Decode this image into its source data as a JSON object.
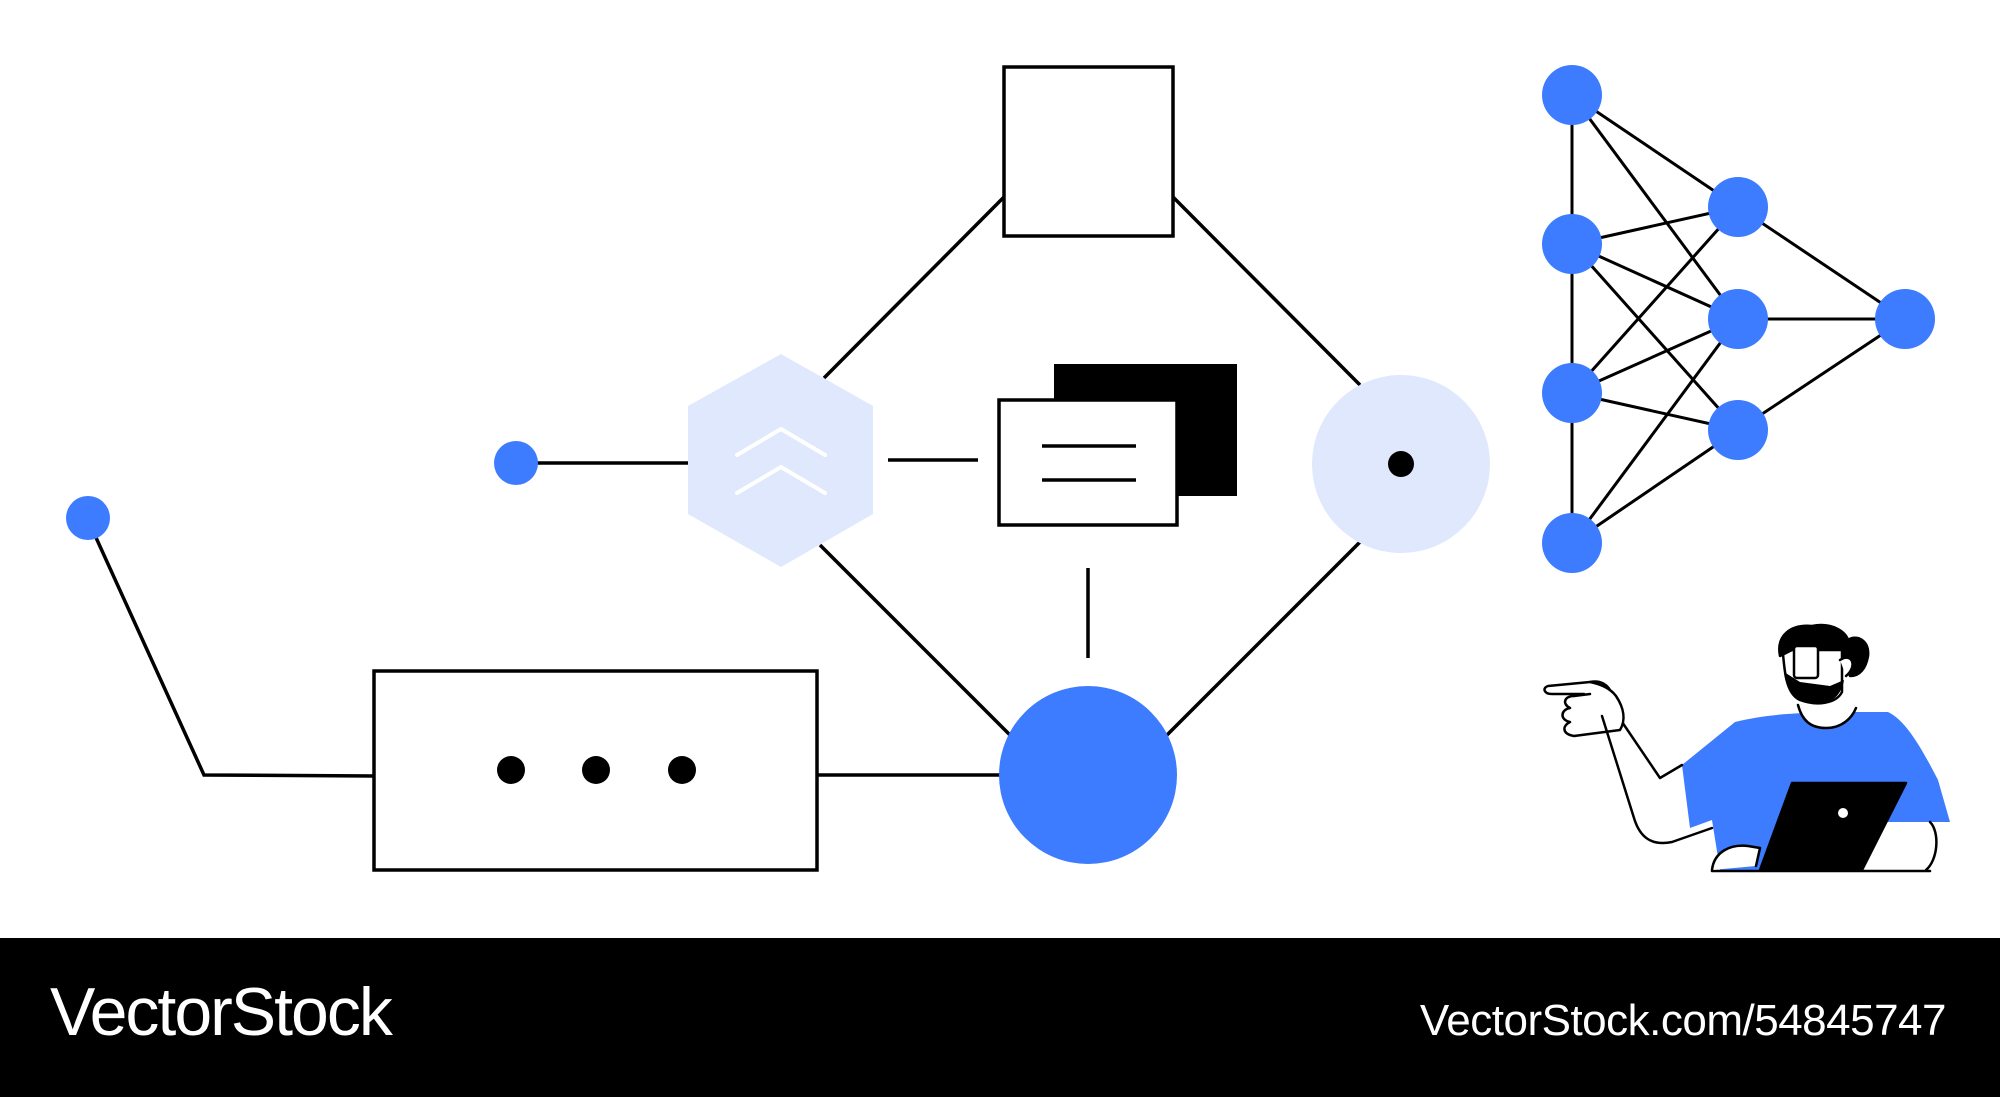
{
  "colors": {
    "accent": "#3d7bff",
    "accent_light": "#dfe8fc",
    "stroke": "#000000",
    "footer_bg": "#000000",
    "footer_text": "#ffffff"
  },
  "icons": [
    "chevrons-up-icon",
    "document-stack-icon",
    "ellipsis-icon",
    "target-dot-icon"
  ],
  "neural_network": {
    "layers": [
      4,
      3,
      1
    ]
  },
  "footer": {
    "brand": "VectorStock",
    "url": "VectorStock.com/54845747"
  }
}
